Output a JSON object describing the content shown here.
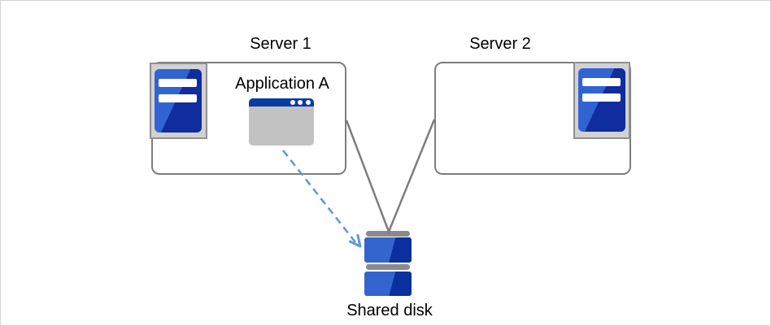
{
  "labels": {
    "server1": "Server 1",
    "server2": "Server 2",
    "application": "Application A",
    "shared_disk": "Shared disk"
  },
  "icons": {
    "server1": "server-tower-icon",
    "server2": "server-tower-icon",
    "application_window": "app-window-icon",
    "shared_disk": "disk-stack-icon"
  },
  "colors": {
    "canvas_border": "#d4d4d4",
    "box_border": "#7d7d7d",
    "connector_line": "#7d7d7d",
    "dashed_arrow_blue": "#5b9bd5",
    "server_blue_light": "#3263d2",
    "server_blue_dark": "#0f2d9e",
    "window_titlebar_blue": "#0a3ca6",
    "window_body_gray": "#c2c2c2",
    "disk_blue_light": "#3465cf",
    "disk_blue_dark": "#0a2f9f",
    "disk_bar_gray": "#8a8a8a",
    "icon_frame_fill": "#d2d2d2",
    "icon_frame_border": "#8f8f8f",
    "text": "#000000"
  },
  "connections": [
    {
      "from": "server1-box",
      "to": "shared-disk",
      "style": "solid-line"
    },
    {
      "from": "server2-box",
      "to": "shared-disk",
      "style": "solid-line"
    },
    {
      "from": "application-a-window",
      "to": "shared-disk",
      "style": "dashed-arrow"
    }
  ]
}
